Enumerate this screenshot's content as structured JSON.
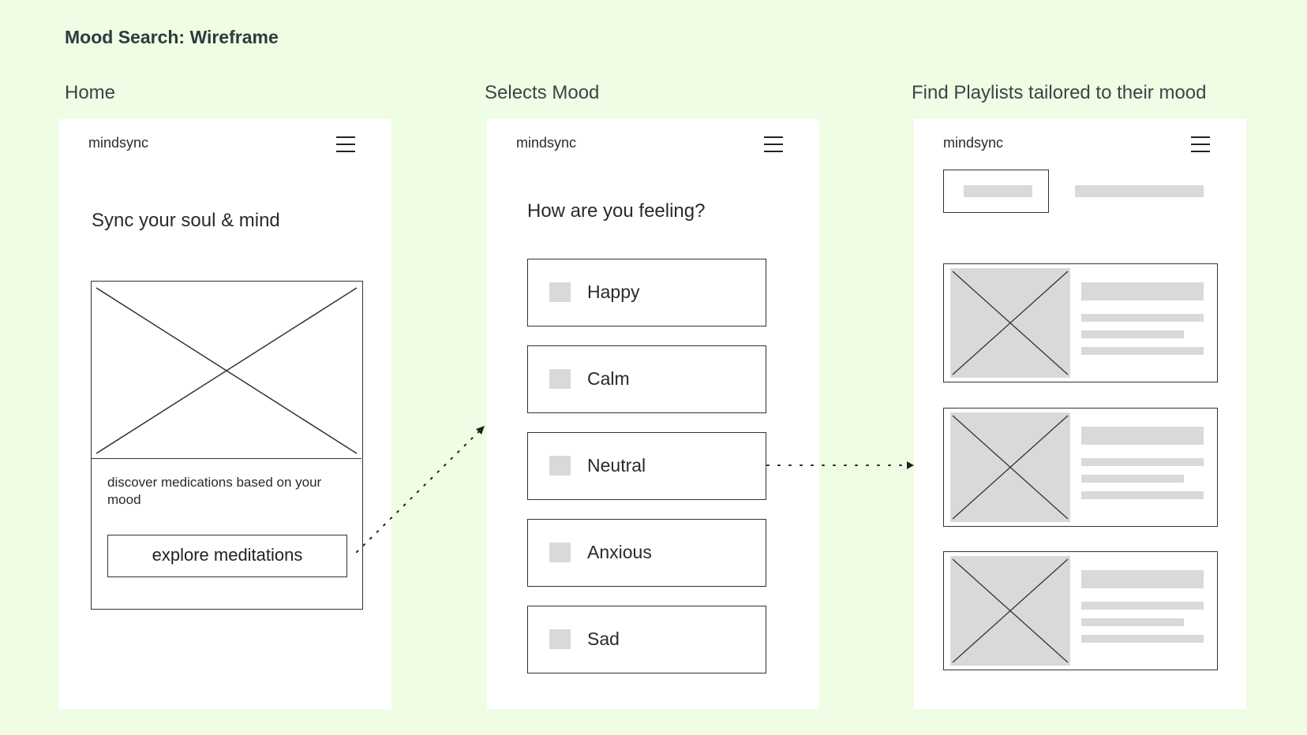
{
  "title": "Mood Search: Wireframe",
  "sections": {
    "home": "Home",
    "selects_mood": "Selects Mood",
    "playlists": "Find Playlists tailored to their mood"
  },
  "app": {
    "brand": "mindsync",
    "menu_icon": "hamburger-menu-icon"
  },
  "home": {
    "headline": "Sync your soul & mind",
    "hero_image_icon": "image-placeholder-icon",
    "description": "discover medications based on your mood",
    "explore_button": "explore meditations"
  },
  "mood": {
    "question": "How are you feeling?",
    "options": [
      "Happy",
      "Calm",
      "Neutral",
      "Anxious",
      "Sad"
    ]
  },
  "playlists": {
    "thumbnail_icon": "image-placeholder-icon",
    "cards": 3
  },
  "colors": {
    "background": "#eefde3",
    "panel": "#ffffff",
    "placeholder": "#d9d9d9",
    "stroke": "#333333"
  }
}
